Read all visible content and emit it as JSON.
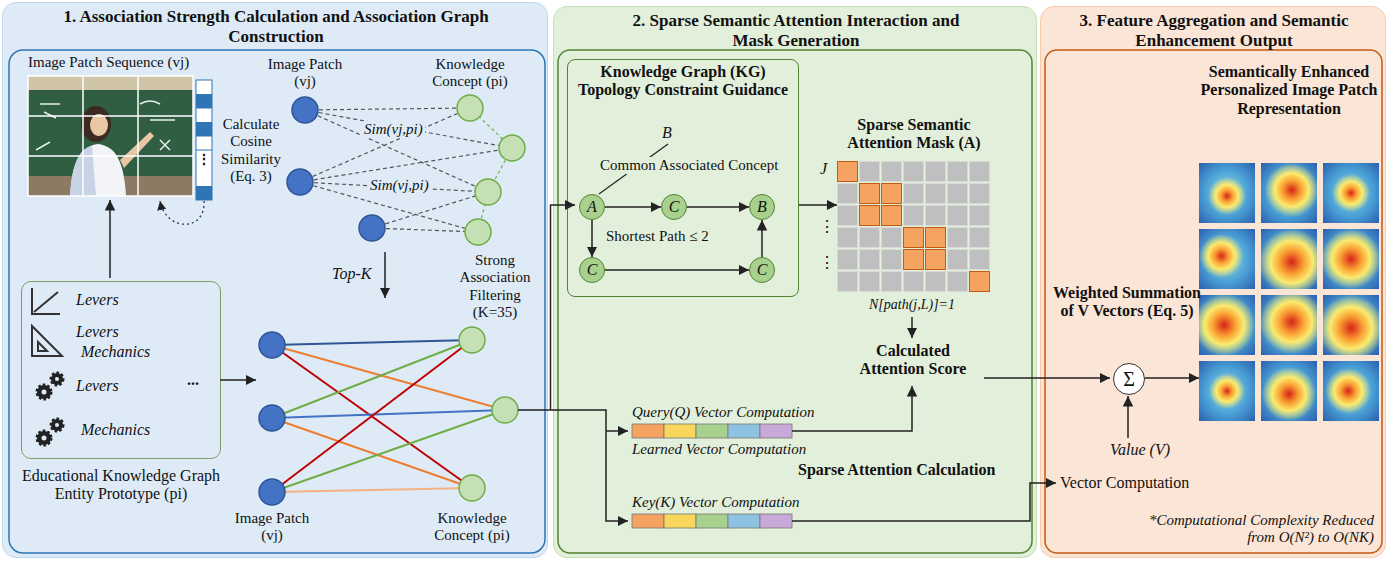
{
  "diagram": {
    "nodes": [
      {
        "text": [
          "1. Association Strength Calculation and Association Graph Construction"
        ]
      },
      {
        "text": [
          "Levers",
          "Levers",
          "Mechanics",
          "Levers",
          "Mechanics",
          "...",
          "Educational Knowledge Graph Entity Prototype (pi)"
        ],
        "in": 0
      },
      {
        "text": [
          "2. Sparse Semantic Attention Interaction and Mask Generation"
        ]
      },
      {
        "text": [
          "Knowledge Graph (KG) Topology Constraint Guidance"
        ],
        "in": 2
      },
      {
        "text": [
          "A"
        ],
        "in": 3
      },
      {
        "text": [
          "C"
        ],
        "in": 3
      },
      {
        "text": [
          "B"
        ],
        "in": 3
      },
      {
        "text": [
          "C"
        ],
        "in": 3
      },
      {
        "text": [
          "C"
        ],
        "in": 3
      },
      {
        "text": [
          "Sparse Semantic Attention Mask (A)"
        ],
        "in": 2
      },
      {
        "text": [
          "3. Feature Aggregation and Semantic Enhancement Output"
        ]
      },
      {
        "text": [
          "Σ"
        ],
        "in": 10
      },
      {
        "text": [
          "Semantically Enhanced Personalized Image Patch Representation"
        ],
        "in": 10
      }
    ],
    "edges": [
      {
        "from": 4,
        "to": 5,
        "arrow": "to"
      },
      {
        "from": 5,
        "to": 6,
        "arrow": "to"
      },
      {
        "from": 4,
        "to": 7,
        "arrow": "to"
      },
      {
        "from": 7,
        "to": 8,
        "arrow": "to"
      },
      {
        "from": 8,
        "to": 6,
        "arrow": "to"
      },
      {
        "from": 3,
        "to": 9,
        "arrow": "to"
      },
      {
        "from": 11,
        "to": 12,
        "arrow": "to"
      }
    ],
    "labels": [
      "Image Patch Sequence (vj)",
      "⋮",
      "Calculate Cosine Similarity (Eq. 3)",
      "Image Patch (vj)",
      "Knowledge Concept (pi)",
      "Sim(vj,pi)",
      "Sim(vj,pi)",
      "Top-K",
      "Strong Association Filtering (K=35)",
      "Image Patch (vj)",
      "Knowledge Concept (pi)",
      "B",
      "Common Associated Concept",
      "Shortest Path ≤ 2",
      "J",
      "⋮",
      "⋮",
      "N[path(j,L)]=1",
      "Calculated Attention Score",
      "Query(Q) Vector Computation",
      "Learned Vector Computation",
      "Sparse Attention Calculation",
      "Key(K) Vector Computation",
      "Weighted Summation of V Vectors (Eq. 5)",
      "Value (V)",
      "Vector Computation",
      "*Computational Complexity Reduced from O(N²) to O(NK)"
    ]
  }
}
